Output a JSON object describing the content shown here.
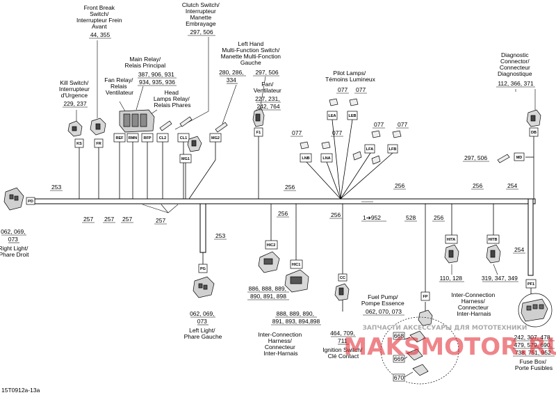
{
  "labels": {
    "front_brake": [
      "Front Break",
      "Switch/",
      "Interrupteur Frein",
      "Avant",
      "44, 355"
    ],
    "clutch": [
      "Clutch Switch/",
      "Interrupteur",
      "Manette",
      "Embrayage",
      "297, 506"
    ],
    "kill": [
      "Kill Switch/",
      "Interrupteur",
      "d'Urgence",
      "229, 237"
    ],
    "main_relay": [
      "Main Relay/",
      "Relais Principal",
      "387, 906, 931",
      "934, 935, 936"
    ],
    "fan_relay": [
      "Fan Relay/",
      "Relais",
      "Ventilateur"
    ],
    "head_lamps": [
      "Head",
      "Lamps Relay/",
      "Relais Phares"
    ],
    "left_mfs": [
      "Left Hand",
      "Multi-Function Switch/",
      "Manette Multi-Fonction",
      "Gauche",
      "280, 286,",
      "334",
      "297, 506"
    ],
    "fan": [
      "Fan/",
      "Ventilateur",
      "227, 231,",
      "242, 764"
    ],
    "pilot": [
      "Pilot Lamps/",
      "Témoins Lumineux"
    ],
    "diag": [
      "Diagnostic",
      "Connector/",
      "Connecteur",
      "Diagnostique",
      "112, 366, 371"
    ],
    "right_light": [
      "062, 069,",
      "073",
      "Right Light/",
      "Phare Droit"
    ],
    "left_light": [
      "062, 069,",
      "073",
      "Left Light/",
      "Phare Gauche"
    ],
    "hic2_refs": [
      "886, 888, 889,",
      "890, 891, 898"
    ],
    "hic1_refs": [
      "888, 889, 890,",
      "891, 893, 894,898"
    ],
    "inter_left": [
      "Inter-Connection",
      "Harness/",
      "Connecteur",
      "Inter-Harnais"
    ],
    "ignition": [
      "464, 709,",
      "711",
      "Ignition Switch/",
      "Clé Contact"
    ],
    "fuel_pump": [
      "Fuel Pump/",
      "Pompe Essence",
      "062, 070, 073"
    ],
    "inter_right": [
      "110, 128",
      "319, 347, 349",
      "Inter-Connection",
      "Harness/",
      "Connecteur",
      "Inter-Harnais"
    ],
    "fuse_box": [
      "242, 307, 478,",
      "479, 579, 690,",
      "738, 751, 952",
      "Fuse Box/",
      "Porte Fusibles"
    ]
  },
  "connectors": {
    "pd": "PD",
    "ks": "KS",
    "fr": "FR",
    "ref": "REF",
    "rmn": "RMN",
    "rfp": "RFP",
    "cl2": "CL2",
    "cl1": "CL1",
    "mg1": "MG1",
    "mg2": "MG2",
    "f1": "F1",
    "lea": "LEA",
    "leb": "LEB",
    "lnb": "LNB",
    "lna": "LNA",
    "lfa": "LFA",
    "lfb": "LFB",
    "db": "DB",
    "md": "MD",
    "hic2": "HIC2",
    "hic1": "HIC1",
    "cc": "CC",
    "pg": "PG",
    "fp": "FP",
    "hita": "HITA",
    "hitb": "HITB",
    "pf1": "PF1"
  },
  "pilot_nums": {
    "lea": "077",
    "leb": "077",
    "lnb": "077",
    "lna": "077",
    "lfa": "077",
    "lfb": "077"
  },
  "wires": {
    "w253_top": "253",
    "w257_a": "257",
    "w257_b": "257",
    "w257_c": "257",
    "w257_d": "257",
    "w253_mid": "253",
    "w256_a": "256",
    "w256_b": "256",
    "w256_c": "256",
    "w256_d": "256",
    "w256_e": "256",
    "w256_f": "256",
    "w254_a": "254",
    "w254_b": "254",
    "w528": "528",
    "md_refs": "297, 506",
    "arrow_ref": "1➔952"
  },
  "fuses": {
    "f668": "668",
    "f669": "669",
    "f670": "670"
  },
  "footer": {
    "code": "15T0912a-13a"
  },
  "watermark": {
    "text": "ЗАПЧАСТИ АКСЕССУАРЫ ДЛЯ МОТОТЕХНИКИ",
    "logo": "MAKSMOTOR.RU"
  },
  "colors": {
    "line": "#000000",
    "watermark": "#e0202a",
    "watermark_light": "#aaaaaa"
  }
}
